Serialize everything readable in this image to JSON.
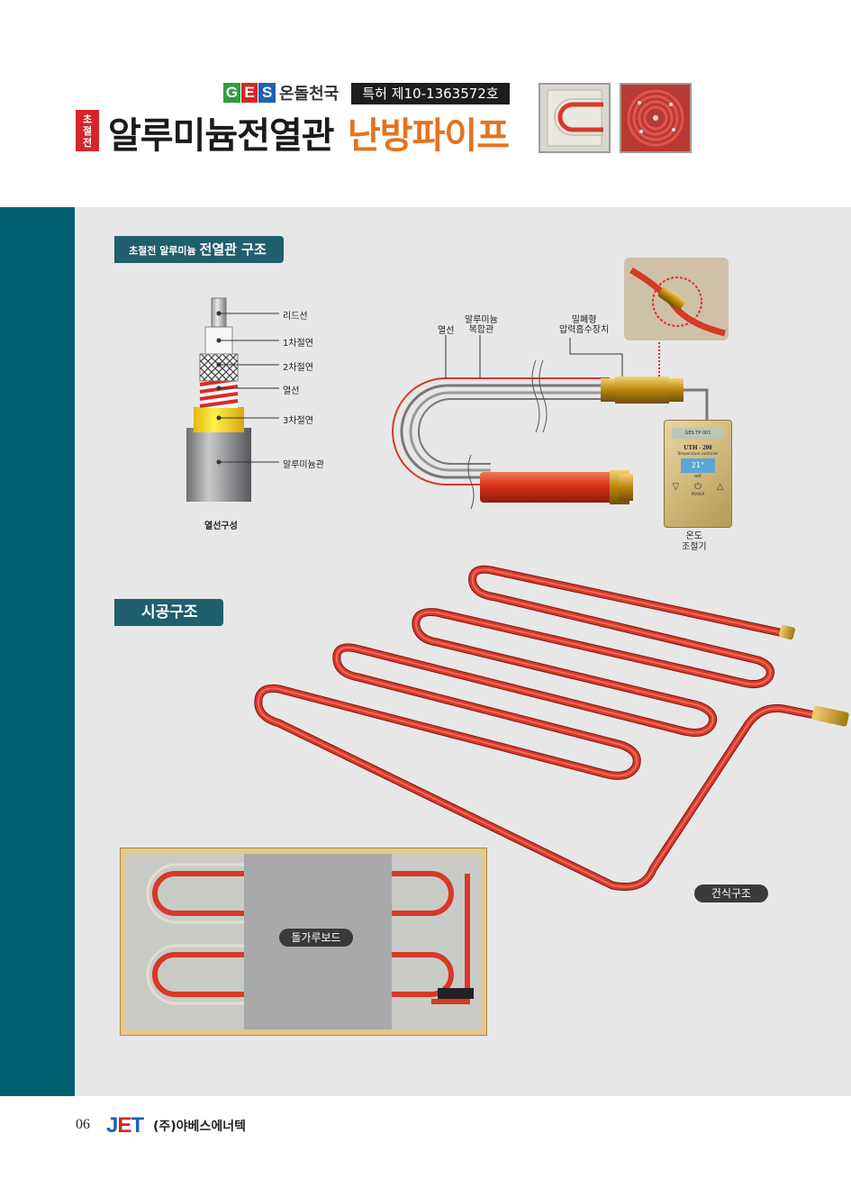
{
  "header": {
    "brand_logo": "GES",
    "brand_name": "온돌천국",
    "patent": "특허 제10-1363572호",
    "badge": [
      "초",
      "절",
      "전"
    ],
    "title_main": "알루미늄전열관",
    "title_accent": "난방파이프",
    "colors": {
      "accent": "#e4731e",
      "badge": "#d3262a",
      "logo_g": "#2e9e3e",
      "logo_e": "#d3262a",
      "logo_s": "#1c62b5"
    }
  },
  "section_structure": {
    "label_small": "초절전 알루미늄",
    "label_big": "전열관 구조",
    "layers": [
      "리드선",
      "1차절연",
      "2차절연",
      "열선",
      "3차절연",
      "알루미늄관"
    ],
    "caption": "열선구성",
    "pipe_labels": {
      "heat_wire": "열선",
      "composite": "알루미늄\n복합관",
      "sealed": "밀폐형\n압력흡수장치"
    },
    "thermostat": {
      "brand": "GES TP 001",
      "model": "UTH - 200",
      "subtitle": "Temperature controller",
      "reading": "21°",
      "mode": "setF",
      "power": "POWER",
      "label": "온도\n조절기"
    }
  },
  "section_install": {
    "label": "시공구조",
    "board_label": "돌가루보드",
    "dry_label": "건식구조"
  },
  "footer": {
    "page": "06",
    "logo": "JET",
    "company": "(주)야베스에너텍",
    "logo_colors": {
      "j": "#1c62b5",
      "e": "#d3262a",
      "t": "#1c62b5"
    }
  },
  "icons": [
    "coil-photo",
    "pipe-loop-photo",
    "power-icon",
    "arrow-down-icon",
    "arrow-up-icon",
    "lock-icon"
  ]
}
